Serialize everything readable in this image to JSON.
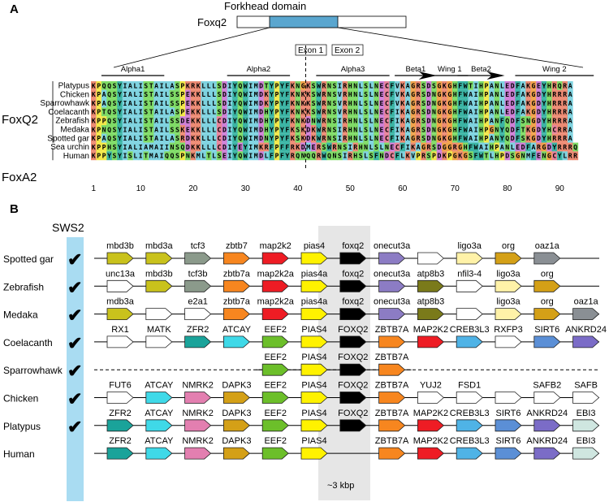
{
  "panel_a": {
    "label": "A",
    "protein_label": "Foxq2",
    "domain_label": "Forkhead domain",
    "exon1": "Exon 1",
    "exon2": "Exon 2",
    "features": [
      {
        "label": "Alpha1",
        "start": 3,
        "end": 14
      },
      {
        "label": "Alpha2",
        "start": 27,
        "end": 38
      },
      {
        "label": "Alpha3",
        "start": 44,
        "end": 57
      },
      {
        "label": "Beta1",
        "start": 59,
        "end": 66,
        "arrow": true
      },
      {
        "label": "Wing 1",
        "start": 66,
        "end": 72
      },
      {
        "label": "Beta2",
        "start": 71,
        "end": 79,
        "arrow": true
      },
      {
        "label": "Wing 2",
        "start": 82,
        "end": 96
      }
    ],
    "group_foxq2": "FoxQ2",
    "group_foxa2": "FoxA2",
    "species": [
      "Platypus",
      "Chicken",
      "Sparrowhawk",
      "Coelacanth",
      "Zebrafish",
      "Medaka",
      "Spotted gar",
      "Sea urchin",
      "Human"
    ],
    "sequences": [
      "KPQQSYIALISTAILASPKRKLLLSDIYQWIMDTYPYFKNGKSWRNSIRHNLSLNECFVKAGRSDSGKGHFWTIHPANLEDFAKGEYHRQRA",
      "KPAQSYIALISTAILSSPEKKLLLSDIYQWIMDKYPYFKNKKSWRNSVRHNLSLNECFVKAGRSDNGKGHFWAIHPANLEDFAKGDYHRRRA",
      "KPAQSYIALISTAILSSPEKKLLLSDIYQWIMDKYPYFKNKKSWRNSVRHNLSLNECFVKAGRSDNGKGHFWAIHPANLEDFAKGDYHRRRA",
      "KPTQSYIALISTAILASPEKKLLLSDIYQWIMDHYPYFKNKKSWRNSVRHNLSLNECFIKAGRSDNGKGHFWAIHPANLEDFAKGDYHRRRA",
      "KPPQSYIALISTAILSSDEKKLLLCDIYQWIMDHYPYFKNKDNWRNSIRHNLSLNECFIKAGRSDNGKGHFWAIHPANFQDFSNGDYHRRRA",
      "KPNQSYIALISTAILSSKEKKLLLCDIYQWIMDHYPYFKSKDKWRNSIRHNLSLNECFIKAGRSDNGKGHFWAIHPGNYQDFTKGDYHCRRA",
      "KPAQSYIALISTAILASRDKKLLLCDIYQWIMDNYPYFKSKDKWRNSIRHNLSLNECFIKAGRSDNGKGHFWAIHPANYQDFSKGDYHRRRA",
      "KPPHSYIALIAMAIINSQDKKLLLCDIYEYIMKRFPFFRKDMERSWRNSIRHNLSLNECFIKAGRSDGGRGHFWAIHPANLEDFARGDYRRRQA",
      "KPPYSYISLITMAIQQSPNKMLTLSEIYQWIMDLFPFYRQNQQRWQNSIRHSLSFNDCFLKVPRSPDKPGKGSFWTLHPDSGNMFENGCYLRRQK"
    ],
    "tick_labels": [
      "1",
      "10",
      "20",
      "30",
      "40",
      "50",
      "60",
      "70",
      "80",
      "90"
    ],
    "tick_positions": [
      1,
      10,
      20,
      30,
      40,
      50,
      60,
      70,
      80,
      90
    ],
    "exon_boundary_after": 41,
    "colors": {
      "hydrophobic": "#7fd3e0",
      "basic": "#ec8a73",
      "acidic": "#cf7fd6",
      "polar": "#7fdb66",
      "glycine": "#f0a24a",
      "proline": "#f2e84a",
      "aromatic": "#3bb4a4",
      "cysteine": "#e8829a",
      "domain": "#5aa6cf"
    }
  },
  "panel_b": {
    "label": "B",
    "sws2_label": "SWS2",
    "gap_label": "~3 kbp",
    "check": "✔",
    "species": [
      {
        "name": "Spotted gar",
        "check": true,
        "line": "solid",
        "genes": [
          {
            "label": "mbd3b",
            "col": 0,
            "color": "#c9c21c"
          },
          {
            "label": "mbd3a",
            "col": 1,
            "color": "#c9c21c"
          },
          {
            "label": "tcf3",
            "col": 2,
            "color": "#8b9a8b"
          },
          {
            "label": "zbtb7",
            "col": 3,
            "color": "#f7861f"
          },
          {
            "label": "map2k2",
            "col": 4,
            "color": "#ee1c24"
          },
          {
            "label": "pias4",
            "col": 5,
            "color": "#fff200"
          },
          {
            "label": "foxq2",
            "col": 6,
            "color": "#000000"
          },
          {
            "label": "onecut3a",
            "col": 7,
            "color": "#8c7cc4"
          },
          {
            "label": "",
            "col": 8,
            "color": "#ffffff"
          },
          {
            "label": "ligo3a",
            "col": 9,
            "color": "#fff2a8"
          },
          {
            "label": "org",
            "col": 10,
            "color": "#d4a017"
          },
          {
            "label": "oaz1a",
            "col": 11,
            "color": "#8a8f94"
          }
        ]
      },
      {
        "name": "Zebrafish",
        "check": true,
        "line": "solid",
        "genes": [
          {
            "label": "unc13a",
            "col": 0,
            "color": "#ffffff"
          },
          {
            "label": "mbd3b",
            "col": 1,
            "color": "#c9c21c"
          },
          {
            "label": "tcf3b",
            "col": 2,
            "color": "#8b9a8b"
          },
          {
            "label": "zbtb7a",
            "col": 3,
            "color": "#f7861f"
          },
          {
            "label": "map2k2a",
            "col": 4,
            "color": "#ee1c24"
          },
          {
            "label": "pias4a",
            "col": 5,
            "color": "#fff200"
          },
          {
            "label": "foxq2",
            "col": 6,
            "color": "#000000"
          },
          {
            "label": "onecut3a",
            "col": 7,
            "color": "#8c7cc4"
          },
          {
            "label": "atp8b3",
            "col": 8,
            "color": "#7a7a1a"
          },
          {
            "label": "nfil3-4",
            "col": 9,
            "color": "#ffffff"
          },
          {
            "label": "ligo3a",
            "col": 10,
            "color": "#fff2a8"
          },
          {
            "label": "org",
            "col": 11,
            "color": "#d4a017"
          }
        ]
      },
      {
        "name": "Medaka",
        "check": true,
        "line": "solid",
        "genes": [
          {
            "label": "mdb3a",
            "col": 0,
            "color": "#c9c21c"
          },
          {
            "label": "",
            "col": 1,
            "color": "#ffffff"
          },
          {
            "label": "e2a1",
            "col": 2,
            "color": "#ffffff"
          },
          {
            "label": "zbtb7a",
            "col": 3,
            "color": "#f7861f"
          },
          {
            "label": "map2k2a",
            "col": 4,
            "color": "#ee1c24"
          },
          {
            "label": "pias4a",
            "col": 5,
            "color": "#fff200"
          },
          {
            "label": "foxq2",
            "col": 6,
            "color": "#000000"
          },
          {
            "label": "onecut3a",
            "col": 7,
            "color": "#8c7cc4"
          },
          {
            "label": "atp8b3",
            "col": 8,
            "color": "#7a7a1a"
          },
          {
            "label": "",
            "col": 9,
            "color": "#ffffff"
          },
          {
            "label": "ligo3a",
            "col": 10,
            "color": "#fff2a8"
          },
          {
            "label": "org",
            "col": 11,
            "color": "#d4a017"
          },
          {
            "label": "oaz1a",
            "col": 12,
            "color": "#8a8f94"
          }
        ]
      },
      {
        "name": "Coelacanth",
        "check": true,
        "line": "solid",
        "genes": [
          {
            "label": "RX1",
            "col": 0,
            "color": "#ffffff"
          },
          {
            "label": "MATK",
            "col": 1,
            "color": "#ffffff"
          },
          {
            "label": "ZFR2",
            "col": 2,
            "color": "#1aa39a"
          },
          {
            "label": "ATCAY",
            "col": 3,
            "color": "#3fd9e8"
          },
          {
            "label": "EEF2",
            "col": 4,
            "color": "#6cbf2a"
          },
          {
            "label": "PIAS4",
            "col": 5,
            "color": "#fff200"
          },
          {
            "label": "FOXQ2",
            "col": 6,
            "color": "#000000"
          },
          {
            "label": "ZBTB7A",
            "col": 7,
            "color": "#f7861f"
          },
          {
            "label": "MAP2K2",
            "col": 8,
            "color": "#ee1c24"
          },
          {
            "label": "CREB3L3",
            "col": 9,
            "color": "#4fb3e6"
          },
          {
            "label": "RXFP3",
            "col": 10,
            "color": "#ffffff"
          },
          {
            "label": "SIRT6",
            "col": 11,
            "color": "#5b8fd6"
          },
          {
            "label": "ANKRD24",
            "col": 12,
            "color": "#7b6cc7"
          }
        ]
      },
      {
        "name": "Sparrowhawk",
        "check": true,
        "line": "dashed",
        "genes": [
          {
            "label": "EEF2",
            "col": 4,
            "color": "#6cbf2a"
          },
          {
            "label": "PIAS4",
            "col": 5,
            "color": "#fff200"
          },
          {
            "label": "FOXQ2",
            "col": 6,
            "color": "#000000"
          },
          {
            "label": "ZBTB7A",
            "col": 7,
            "color": "#f7861f"
          }
        ]
      },
      {
        "name": "Chicken",
        "check": true,
        "line": "solid",
        "genes": [
          {
            "label": "FUT6",
            "col": 0,
            "color": "#ffffff"
          },
          {
            "label": "ATCAY",
            "col": 1,
            "color": "#3fd9e8"
          },
          {
            "label": "NMRK2",
            "col": 2,
            "color": "#e37fb0"
          },
          {
            "label": "DAPK3",
            "col": 3,
            "color": "#d4a017"
          },
          {
            "label": "EEF2",
            "col": 4,
            "color": "#6cbf2a"
          },
          {
            "label": "PIAS4",
            "col": 5,
            "color": "#fff200"
          },
          {
            "label": "FOXQ2",
            "col": 6,
            "color": "#000000"
          },
          {
            "label": "ZBTB7A",
            "col": 7,
            "color": "#f7861f"
          },
          {
            "label": "YUJ2",
            "col": 8,
            "color": "#ffffff"
          },
          {
            "label": "FSD1",
            "col": 9,
            "color": "#ffffff"
          },
          {
            "label": "",
            "col": 10,
            "color": "#ffffff"
          },
          {
            "label": "SAFB2",
            "col": 11,
            "color": "#ffffff"
          },
          {
            "label": "SAFB",
            "col": 12,
            "color": "#ffffff"
          }
        ]
      },
      {
        "name": "Platypus",
        "check": true,
        "line": "solid",
        "genes": [
          {
            "label": "ZFR2",
            "col": 0,
            "color": "#1aa39a"
          },
          {
            "label": "ATCAY",
            "col": 1,
            "color": "#3fd9e8"
          },
          {
            "label": "NMRK2",
            "col": 2,
            "color": "#e37fb0"
          },
          {
            "label": "DAPK3",
            "col": 3,
            "color": "#d4a017"
          },
          {
            "label": "EEF2",
            "col": 4,
            "color": "#6cbf2a"
          },
          {
            "label": "PIAS4",
            "col": 5,
            "color": "#fff200"
          },
          {
            "label": "FOXQ2",
            "col": 6,
            "color": "#000000"
          },
          {
            "label": "ZBTB7A",
            "col": 7,
            "color": "#f7861f"
          },
          {
            "label": "MAP2K2",
            "col": 8,
            "color": "#ee1c24"
          },
          {
            "label": "CREB3L3",
            "col": 9,
            "color": "#4fb3e6"
          },
          {
            "label": "SIRT6",
            "col": 10,
            "color": "#5b8fd6"
          },
          {
            "label": "ANKRD24",
            "col": 11,
            "color": "#7b6cc7"
          },
          {
            "label": "EBI3",
            "col": 12,
            "color": "#cfe6e0"
          }
        ]
      },
      {
        "name": "Human",
        "check": false,
        "line": "solid",
        "genes": [
          {
            "label": "ZFR2",
            "col": 0,
            "color": "#1aa39a"
          },
          {
            "label": "ATCAY",
            "col": 1,
            "color": "#3fd9e8"
          },
          {
            "label": "NMRK2",
            "col": 2,
            "color": "#e37fb0"
          },
          {
            "label": "DAPK3",
            "col": 3,
            "color": "#d4a017"
          },
          {
            "label": "EEF2",
            "col": 4,
            "color": "#6cbf2a"
          },
          {
            "label": "PIAS4",
            "col": 5,
            "color": "#fff200"
          },
          {
            "label": "ZBTB7A",
            "col": 7,
            "color": "#f7861f"
          },
          {
            "label": "MAP2K2",
            "col": 8,
            "color": "#ee1c24"
          },
          {
            "label": "CREB3L3",
            "col": 9,
            "color": "#4fb3e6"
          },
          {
            "label": "SIRT6",
            "col": 10,
            "color": "#5b8fd6"
          },
          {
            "label": "ANKRD24",
            "col": 11,
            "color": "#7b6cc7"
          },
          {
            "label": "EBI3",
            "col": 12,
            "color": "#cfe6e0"
          }
        ]
      }
    ]
  }
}
